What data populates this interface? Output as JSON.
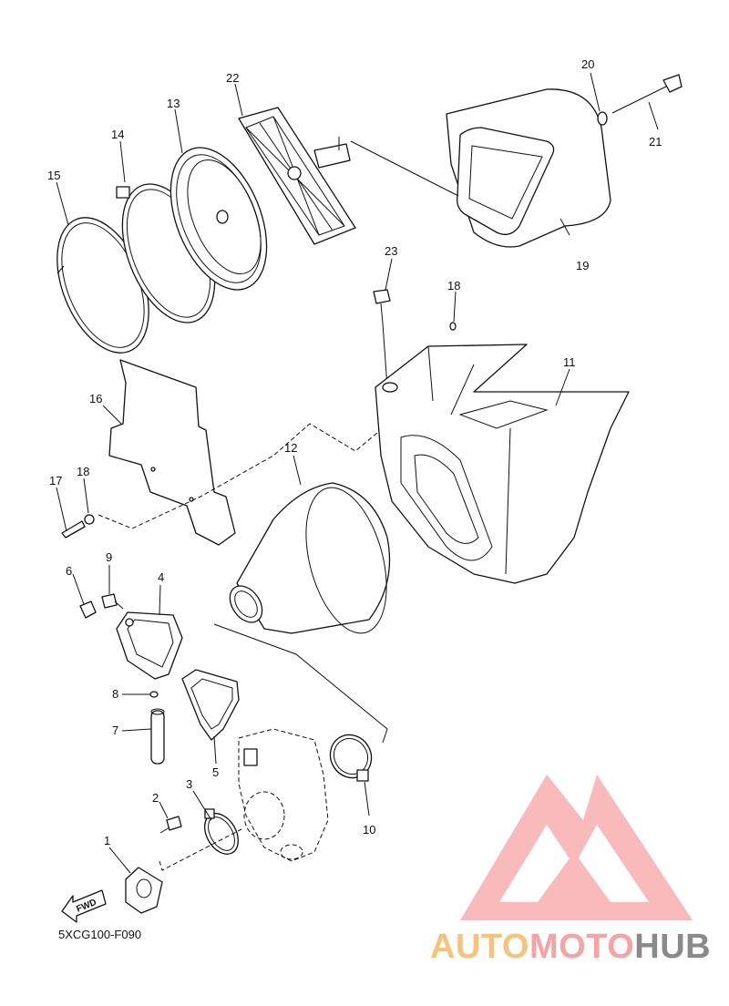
{
  "diagram": {
    "code": "5XCG100-F090",
    "fwd_label": "FWD",
    "callouts": [
      "1",
      "2",
      "3",
      "4",
      "5",
      "6",
      "7",
      "8",
      "9",
      "10",
      "11",
      "12",
      "13",
      "14",
      "15",
      "16",
      "17",
      "18",
      "18",
      "19",
      "20",
      "21",
      "22",
      "23"
    ]
  },
  "watermark": {
    "part1": "AUTO",
    "part2": "MOTO",
    "part3": "HUB",
    "colors": {
      "auto": "#f7c27a",
      "moto": "#f6a3a3",
      "hub": "#8a8a8a",
      "logo": "#f6a3a3"
    }
  }
}
